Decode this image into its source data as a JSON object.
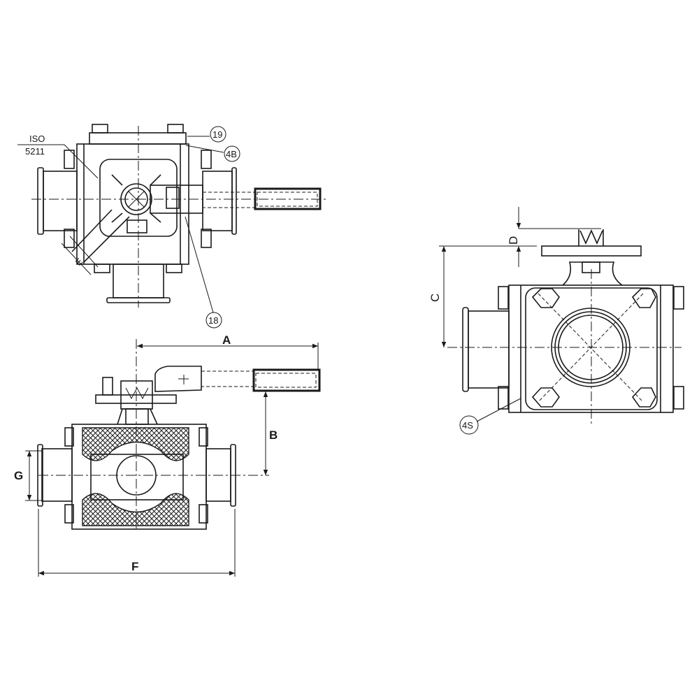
{
  "drawing": {
    "top_view": {
      "iso_label_line1": "ISO",
      "iso_label_line2": "5211",
      "callout_19": "19",
      "callout_4b": "4B",
      "callout_18": "18",
      "dim_e": "E"
    },
    "front_view": {
      "dim_a": "A",
      "dim_b": "B",
      "dim_g": "G",
      "dim_f": "F"
    },
    "side_view": {
      "dim_c": "C",
      "dim_d": "D",
      "callout_4s": "4S"
    }
  }
}
